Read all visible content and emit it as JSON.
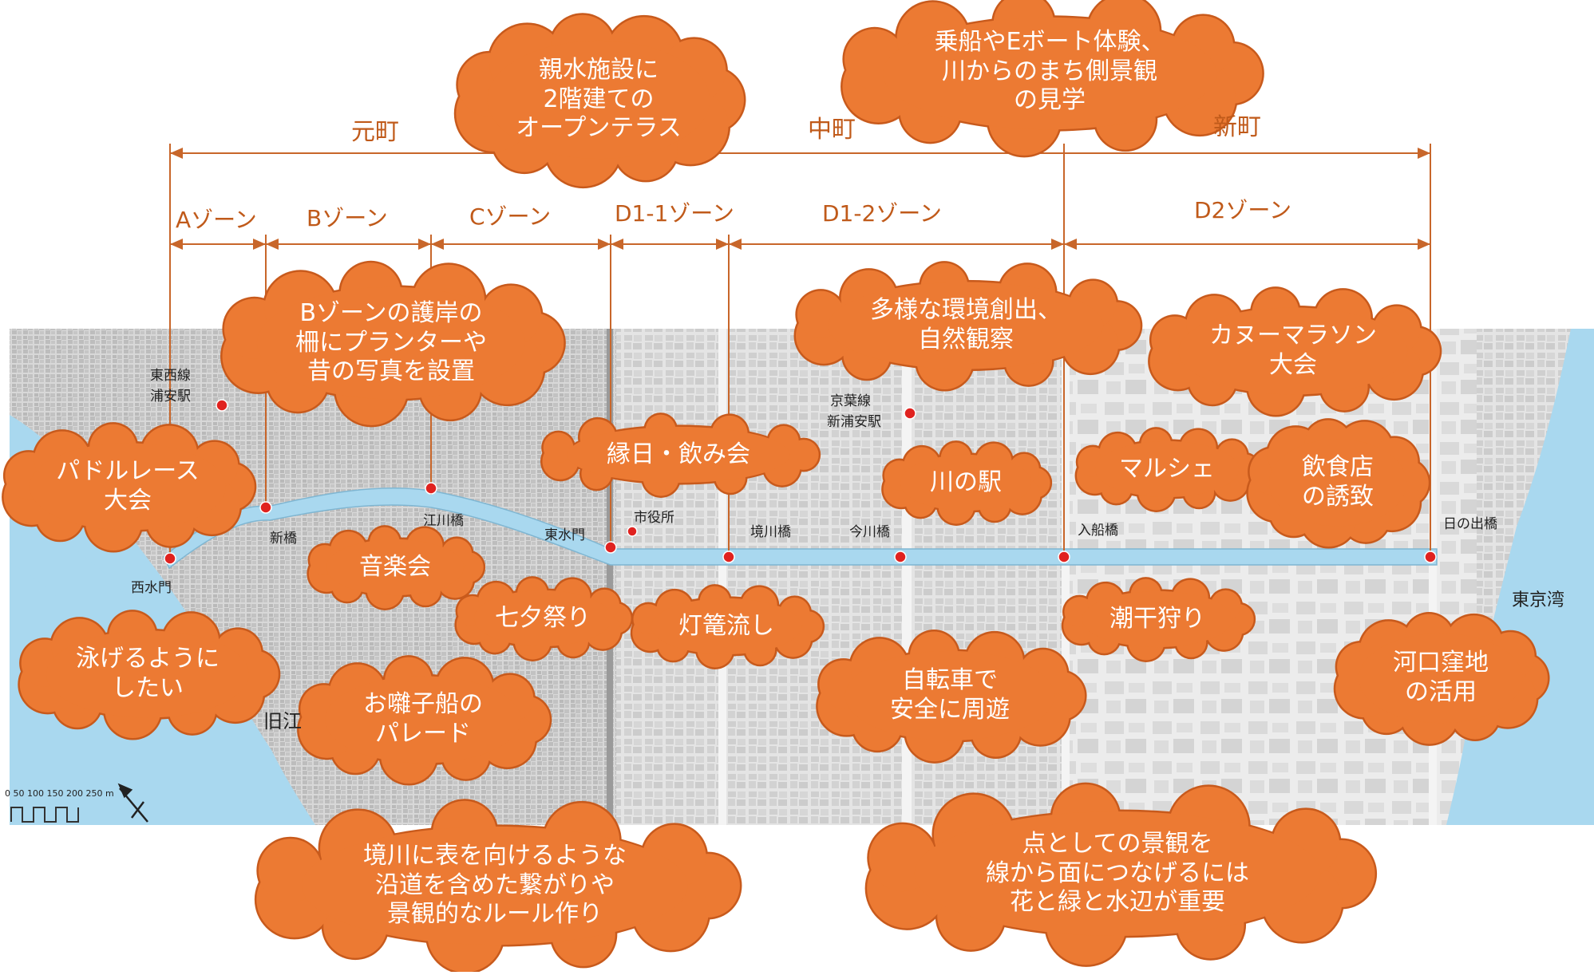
{
  "areas": {
    "motomachi": "元町",
    "nakamachi": "中町",
    "shinmachi": "新町"
  },
  "zones": {
    "a": "Aゾーン",
    "b": "Bゾーン",
    "c": "Cゾーン",
    "d11": "D1-1ゾーン",
    "d12": "D1-2ゾーン",
    "d2": "D2ゾーン"
  },
  "places": {
    "tozai_line": "東西線",
    "urayasu_sta": "浦安駅",
    "keiyo_line": "京葉線",
    "shinurayasu_sta": "新浦安駅",
    "shinbashi": "新橋",
    "nishisuimon": "西水門",
    "egawabashi": "江川橋",
    "higashisuimon": "東水門",
    "shiyakusho": "市役所",
    "sakaigawabashi": "境川橋",
    "imagawabashi": "今川橋",
    "irifunebashi": "入船橋",
    "hinodebashi": "日の出橋",
    "tokyo_bay": "東京湾",
    "kyu_edo": "旧江"
  },
  "scale": {
    "label": "0  50 100 150 200 250 m"
  },
  "ideas": {
    "shinsui": "親水施設に\n2階建ての\nオープンテラス",
    "jousen": "乗船やEボート体験、\n川からのまち側景観\nの見学",
    "bzone": "Bゾーンの護岸の\n柵にプランターや\n昔の写真を設置",
    "tayou": "多様な環境創出、\n自然観察",
    "canoe": "カヌーマラソン\n大会",
    "paddle": "パドルレース\n大会",
    "ennichi": "縁日・飲み会",
    "kawanoeki": "川の駅",
    "marche": "マルシェ",
    "inshoku": "飲食店\nの誘致",
    "ongakukai": "音楽会",
    "tanabata": "七夕祭り",
    "tourou": "灯篭流し",
    "shiohigari": "潮干狩り",
    "oyogeru": "泳げるように\nしたい",
    "ohayashi": "お囃子船の\nパレード",
    "jitensha": "自転車で\n安全に周遊",
    "kakou": "河口窪地\nの活用",
    "sakaigawa": "境川に表を向けるような\n沿道を含めた繋がりや\n景観的なルール作り",
    "tentoshite": "点としての景観を\n線から面につなげるには\n花と緑と水辺が重要"
  },
  "colors": {
    "cloud": "#ec7a33",
    "cloud_edge": "#c85a1c",
    "zone_line": "#c8662a",
    "river": "#a9d8ef",
    "bay": "#a9d8ef",
    "marker": "#e0221f"
  }
}
